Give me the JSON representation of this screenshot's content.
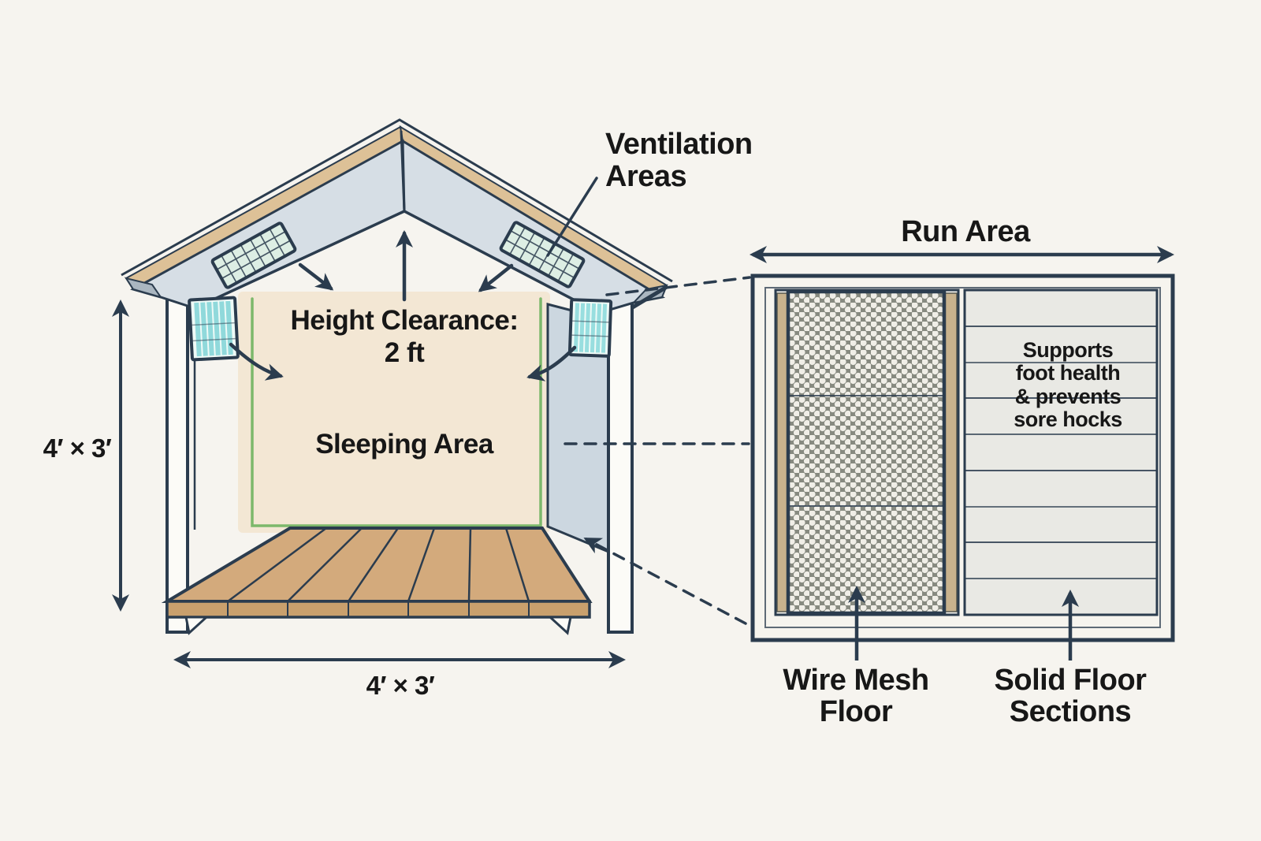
{
  "hutch": {
    "ventilation_label": "Ventilation\nAreas",
    "height_clearance_label": "Height Clearance:\n2 ft",
    "sleeping_area_label": "Sleeping Area",
    "side_dimension": "4′ × 3′",
    "base_dimension": "4′ × 3′"
  },
  "run_area": {
    "title": "Run Area",
    "note": "Supports\nfoot health\n& prevents\nsore hocks",
    "wire_mesh_label": "Wire Mesh\nFloor",
    "solid_floor_label": "Solid Floor\nSections"
  },
  "colors": {
    "background": "#f6f4ef",
    "outline": "#2b3c4e",
    "roof_underside": "#d6dee5",
    "fascia_wood": "#ddc197",
    "sleeping_fill": "#f3e7d4",
    "green_border": "#6fb35f",
    "floor_wood": "#d3aa7c",
    "vent_teal": "#90d9db",
    "mesh_wire": "#878a80",
    "mesh_hole": "#f0eee7",
    "solid_floor": "#e9e9e4",
    "text": "#171717"
  }
}
